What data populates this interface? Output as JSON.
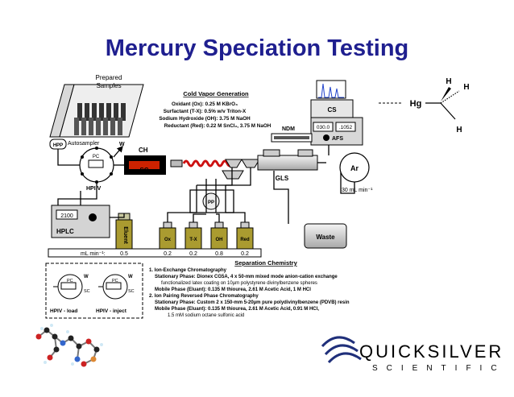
{
  "title": "Mercury Speciation Testing",
  "labels": {
    "prepared_samples": [
      "Prepared",
      "Samples"
    ],
    "autosampler": "Autosampler",
    "hpp": "HPP",
    "pc": "PC",
    "w": "W",
    "hpiv": "HPI V",
    "ch": "CH",
    "sc": "SC",
    "hplc": "HPLC",
    "hplc_display": "2100",
    "eluent": "Eluent",
    "pp": "PP",
    "ndm": "NDM",
    "cs": "CS",
    "display_left": "030.0",
    "display_right": ".1052",
    "afs": "AFS",
    "gls": "GLS",
    "ar": "Ar",
    "ar_flow": "30 mL min⁻¹",
    "waste": "Waste",
    "reagents": [
      "Ox",
      "T-X",
      "OH",
      "Red"
    ]
  },
  "cold_vapor": {
    "heading": "Cold Vapor Generation",
    "lines": [
      "Oxidant (Ox):  0.25 M KBrO₃",
      "Surfactant (T-X):  0.5% w/v Triton-X",
      "Sodium Hydroxide (OH):  3.75 M NaOH",
      "Reductant (Red):  0.22 M SnCl₂, 3.75 M NaOH"
    ]
  },
  "flow_rates": {
    "label": "mL min⁻¹:",
    "values": [
      "0.5",
      "0.2",
      "0.2",
      "0.8",
      "0.2"
    ]
  },
  "molecule": {
    "hg": "Hg",
    "h1": "H",
    "h2": "H",
    "h3": "H"
  },
  "valve_states": {
    "load": "HPIV - load",
    "inject": "HPIV - inject"
  },
  "separation": {
    "heading": "Separation Chemistry",
    "lines": [
      "1.  Ion-Exchange Chromatography",
      "Stationary Phase:  Dionex CG5A, 4 x 50-mm mixed mode anion-cation exchange",
      "functionalized latex coating on 10µm polystyrene divinylbenzene spheres",
      "Mobile Phase (Eluant):  0.135 M thiourea, 2.61 M Acetic Acid, 1 M HCl",
      "2.  Ion Pairing Reversed Phase Chromatography",
      "Stationary Phase:  Custom 2 x 150-mm 5-20µm pure polydivinylbenzene (PDVB) resin",
      "Mobile Phase (Eluant):  0.135 M thiourea, 2.61 M Acetic Acid, 0.91 M HCl,",
      "1.5 mM sodium octane sulfonic acid"
    ]
  },
  "logo": {
    "line1": "QUICKSILVER",
    "line2": "SCIENTIFIC"
  },
  "colors": {
    "title": "#1f1f8f",
    "logo": "#1f2f7a",
    "hg_label": "#cc2222",
    "heater": "#cc1111"
  }
}
